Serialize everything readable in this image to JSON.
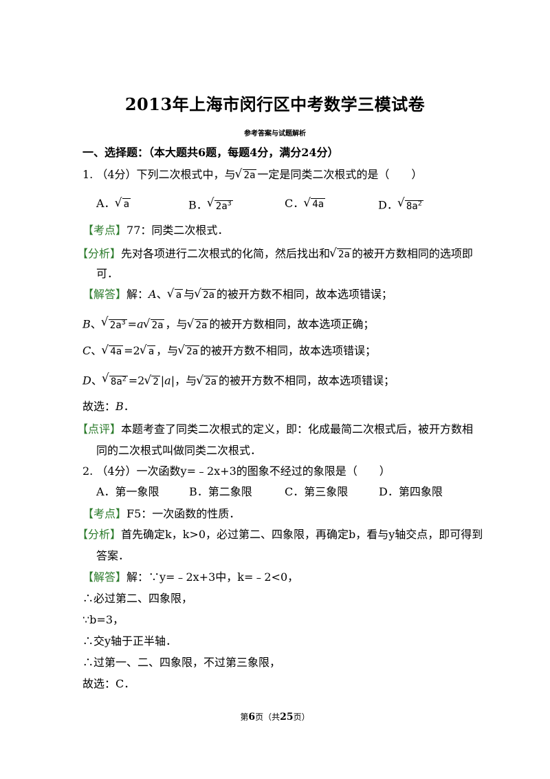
{
  "title": "2013年上海市闵行区中考数学三模试卷",
  "subtitle": "参考答案与试题解析",
  "section": "一、选择题：（本大题共6题，每题4分，满分24分）",
  "q1": {
    "stem_a": "1.  （4分）下列二次根式中，与",
    "stem_rad": "2a",
    "stem_b": "一定是同类二次根式的是（　　）",
    "options": [
      {
        "label": "A．",
        "rad": "a",
        "sup": ""
      },
      {
        "label": "B．",
        "rad": "2a",
        "sup": "3"
      },
      {
        "label": "C．",
        "rad": "4a",
        "sup": ""
      },
      {
        "label": "D．",
        "rad": "8a",
        "sup": "2"
      }
    ],
    "kaodian_tag": "【考点】",
    "kaodian": "77：同类二次根式．",
    "fenxi_tag": "【分析】",
    "fenxi_a": "先对各项进行二次根式的化简，然后找出和",
    "fenxi_rad": "2a",
    "fenxi_b": "的被开方数相同的选项即",
    "fenxi_c": "可．",
    "jieda_tag": "【解答】",
    "jieda_a": "解：",
    "jieda_A": "A",
    "jieda_sep": "、",
    "jieda_a_rad1": "a",
    "jieda_a_mid": "与",
    "jieda_a_rad2": "2a",
    "jieda_a_end": "的被开方数不相同，故本选项错误；",
    "b_var": "B",
    "b_sep": "、",
    "b_rad1": "2a",
    "b_sup1": "3",
    "b_eq": "=",
    "b_coef": "a",
    "b_rad2": "2a",
    "b_mid": "，与",
    "b_rad3": "2a",
    "b_end": "的被开方数相同，故本选项正确；",
    "c_var": "C",
    "c_sep": "、",
    "c_rad1": "4a",
    "c_eq": "=2",
    "c_rad2": "a",
    "c_mid": "，与",
    "c_rad3": "2a",
    "c_end": "的被开方数不相同，故本选项错误；",
    "d_var": "D",
    "d_sep": "、",
    "d_rad1": "8a",
    "d_sup1": "2",
    "d_eq": "=2",
    "d_rad2": "2",
    "d_abs": "|a|",
    "d_mid": "，与",
    "d_rad3": "2a",
    "d_end": "的被开方数不相同，故本选项错误；",
    "choose_a": "故选：",
    "choose_b": "B",
    "choose_c": "．",
    "dianping_tag": "【点评】",
    "dianping_a": "本题考查了同类二次根式的定义，即：化成最简二次根式后，被开方数相",
    "dianping_b": "同的二次根式叫做同类二次根式．"
  },
  "q2": {
    "stem": "2.  （4分）一次函数y=﹣2x+3的图象不经过的象限是（　　）",
    "options": [
      "A．第一象限",
      "B．第二象限",
      "C．第三象限",
      "D．第四象限"
    ],
    "kaodian_tag": "【考点】",
    "kaodian": "F5：一次函数的性质．",
    "fenxi_tag": "【分析】",
    "fenxi_a": "首先确定k，k>0，必过第二、四象限，再确定b，看与y轴交点，即可得到",
    "fenxi_b": "答案．",
    "jieda_tag": "【解答】",
    "jieda": "解：∵y=﹣2x+3中，k=﹣2<0，",
    "l1": "∴必过第二、四象限，",
    "l2": "∵b=3，",
    "l3": "∴交y轴于正半轴．",
    "l4": "∴过第一、二、四象限，不过第三象限，",
    "l5": "故选：C．"
  },
  "footer": {
    "a": "第",
    "page": "6",
    "b": "页（共",
    "total": "25",
    "c": "页）"
  }
}
